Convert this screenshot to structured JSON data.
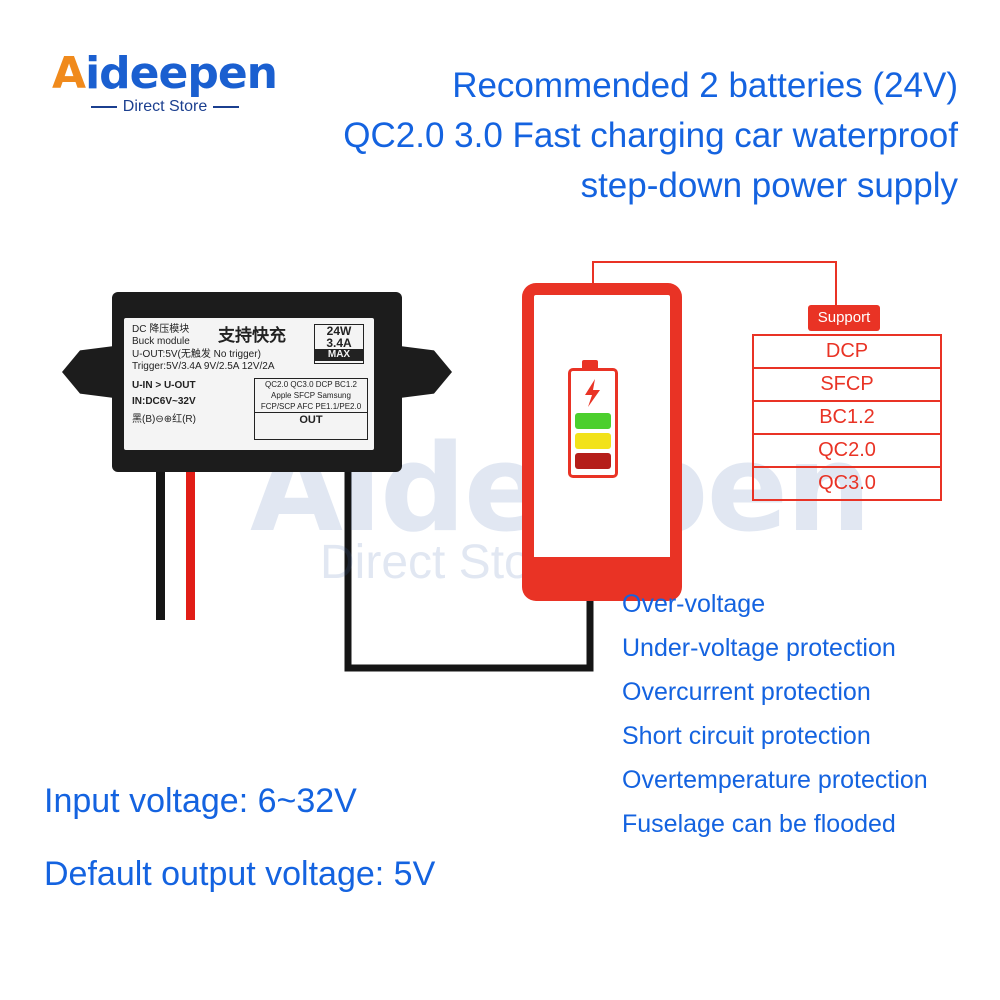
{
  "logo": {
    "brand_a": "A",
    "brand_rest": "ideepen",
    "sub": "Direct Store"
  },
  "header": {
    "line1": "Recommended 2 batteries (24V)",
    "line2": "QC2.0 3.0 Fast charging car waterproof",
    "line3": "step-down power supply"
  },
  "watermark": {
    "brand": "Aideepen",
    "sub": "Direct Store"
  },
  "module_label": {
    "title_cn": "DC 降压模块",
    "title_en": "Buck module",
    "fast_charge": "支持快充",
    "uout": "U-OUT:5V(无触发 No trigger)",
    "trigger": "Trigger:5V/3.4A  9V/2.5A 12V/2A",
    "power": "24W",
    "current": "3.4A",
    "max": "MAX",
    "uin_uout": "U-IN > U-OUT",
    "input_range": "IN:DC6V~32V",
    "polarity": "黑(B)⊖⊕红(R)",
    "protocols1": "QC2.0  QC3.0  DCP  BC1.2",
    "protocols2": "Apple  SFCP  Samsung",
    "protocols3": "FCP/SCP AFC  PE1.1/PE2.0",
    "out": "OUT"
  },
  "support": {
    "label": "Support",
    "items": [
      "DCP",
      "SFCP",
      "BC1.2",
      "QC2.0",
      "QC3.0"
    ]
  },
  "features": [
    "Over-voltage",
    "Under-voltage protection",
    "Overcurrent protection",
    "Short circuit protection",
    "Overtemperature protection",
    "Fuselage can be flooded"
  ],
  "specs": {
    "input": "Input voltage: 6~32V",
    "output": "Default output voltage: 5V"
  },
  "colors": {
    "blue": "#1463e0",
    "red": "#e93325",
    "orange": "#f08a1c",
    "green": "#4ccf2e",
    "yellow": "#f2e21a",
    "dark_red": "#b51e1a"
  }
}
